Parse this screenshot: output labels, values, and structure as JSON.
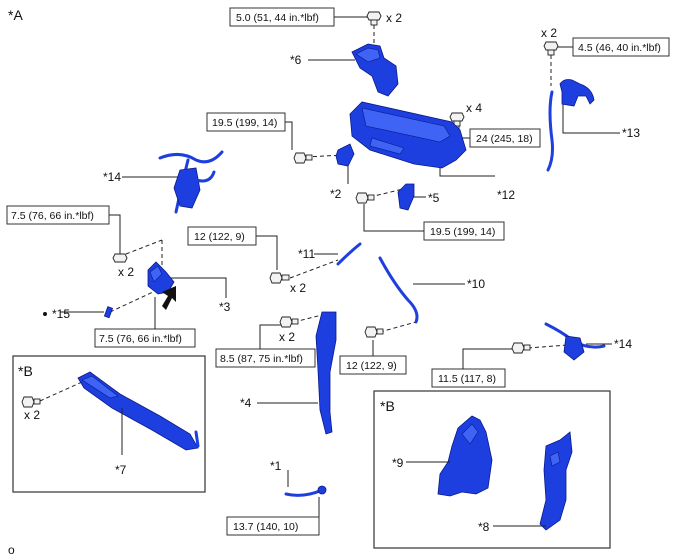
{
  "view_labels": {
    "view_a": "*A",
    "view_b": "*B",
    "footer_mark": "o"
  },
  "torque_specs": {
    "t_top": "5.0 (51, 44 in.*lbf)",
    "t_right_top": "4.5 (46, 40 in.*lbf)",
    "t_19_5_a": "19.5 (199, 14)",
    "t_24": "24 (245, 18)",
    "t_19_5_b": "19.5 (199, 14)",
    "t_7_5_a": "7.5 (76, 66 in.*lbf)",
    "t_12_a": "12 (122, 9)",
    "t_7_5_b": "7.5 (76, 66 in.*lbf)",
    "t_8_5": "8.5 (87, 75 in.*lbf)",
    "t_12_b": "12 (122, 9)",
    "t_11_5": "11.5 (117, 8)",
    "t_13_7": "13.7 (140, 10)"
  },
  "quantities": {
    "q_top": "x 2",
    "q_right_top": "x 2",
    "q_24": "x 4",
    "q_7_5": "x 2",
    "q_12": "x 2",
    "q_8_5": "x 2",
    "q_b": "x 2"
  },
  "parts": {
    "p1": "*1",
    "p2": "*2",
    "p3": "*3",
    "p4": "*4",
    "p5": "*5",
    "p6": "*6",
    "p7": "*7",
    "p8": "*8",
    "p9": "*9",
    "p10": "*10",
    "p11": "*11",
    "p12": "*12",
    "p13": "*13",
    "p14a": "*14",
    "p14b": "*14",
    "p15": "*15"
  },
  "colors": {
    "part_fill": "#1e3fe0",
    "part_stroke": "#0a1a8a",
    "line": "#222222"
  }
}
